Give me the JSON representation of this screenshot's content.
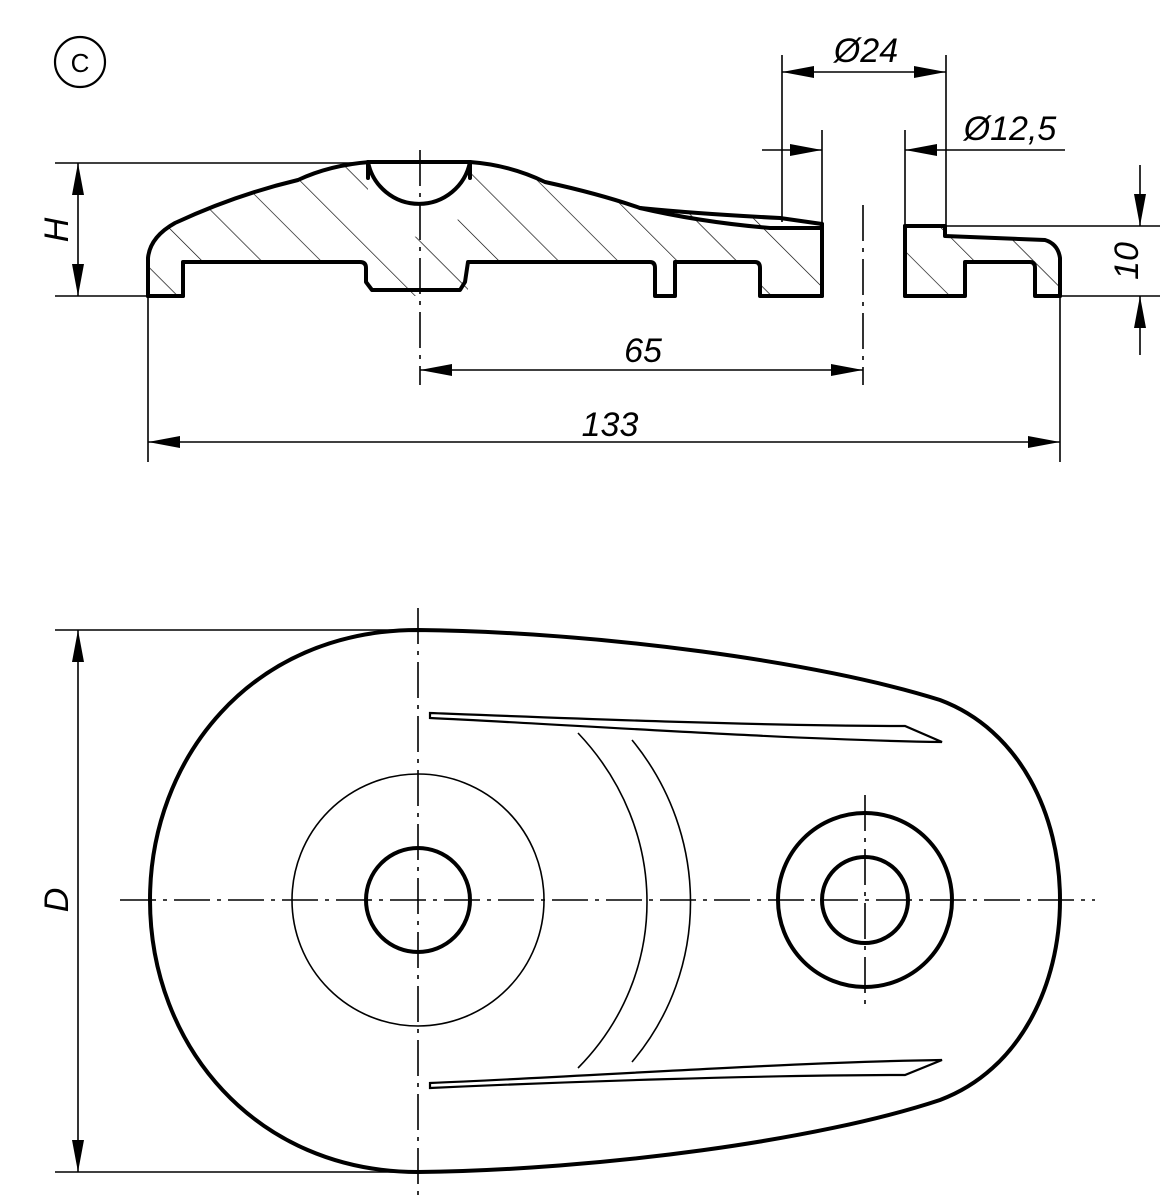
{
  "drawing": {
    "variant_label": "C",
    "dimensions": {
      "height": "H",
      "hole_outer_diameter": "Ø24",
      "hole_inner_diameter": "Ø12,5",
      "flange_thickness": "10",
      "center_distance": "65",
      "overall_length": "133",
      "width": "D"
    }
  }
}
